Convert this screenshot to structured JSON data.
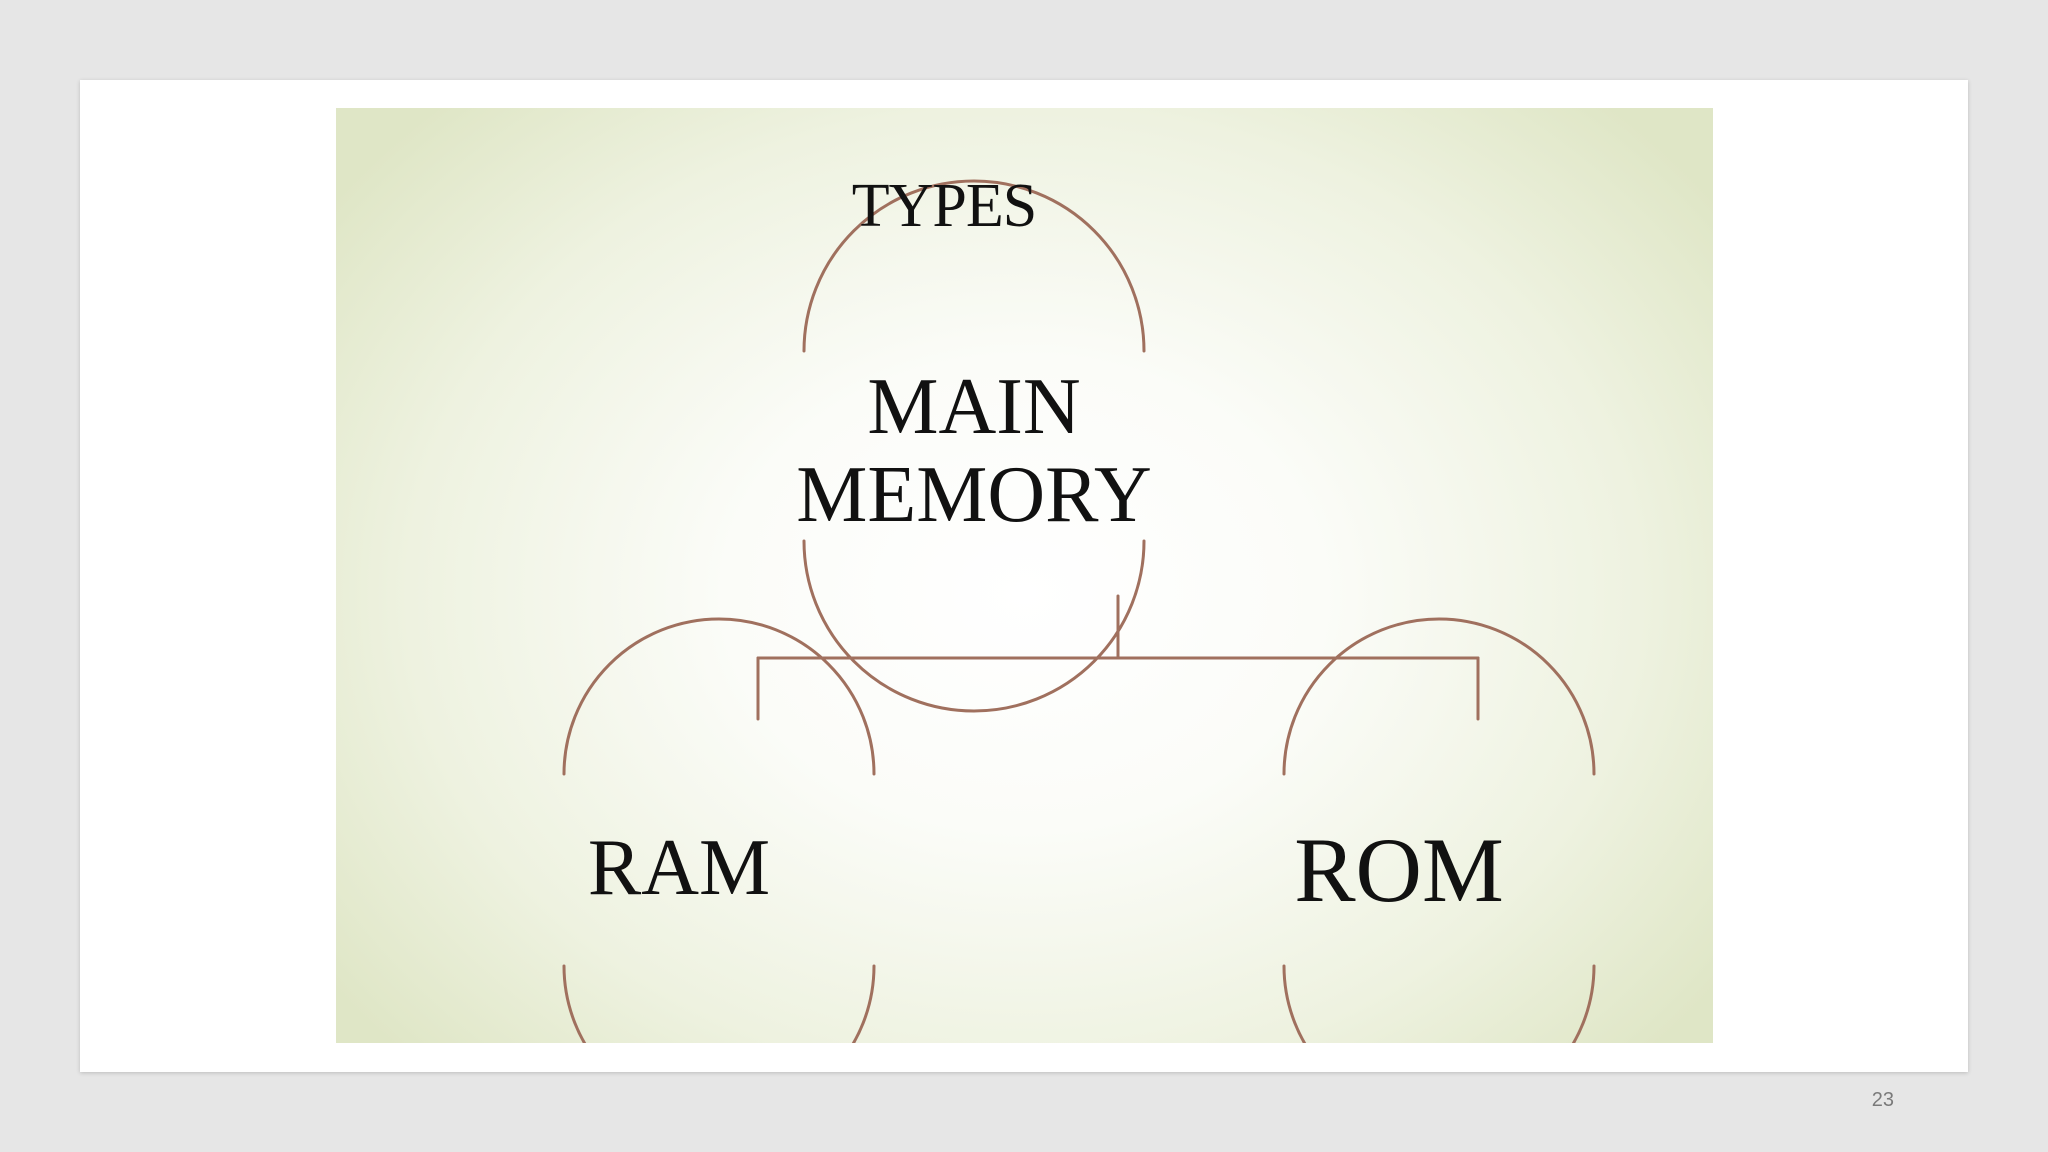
{
  "slide": {
    "diagram": {
      "title": "TYPES",
      "root": {
        "line1": "MAIN",
        "line2": "MEMORY"
      },
      "children": [
        {
          "label": "RAM"
        },
        {
          "label": "ROM"
        }
      ],
      "line_color": "#a0705e",
      "background_color": "#e8eed6"
    },
    "page_number": "23"
  }
}
